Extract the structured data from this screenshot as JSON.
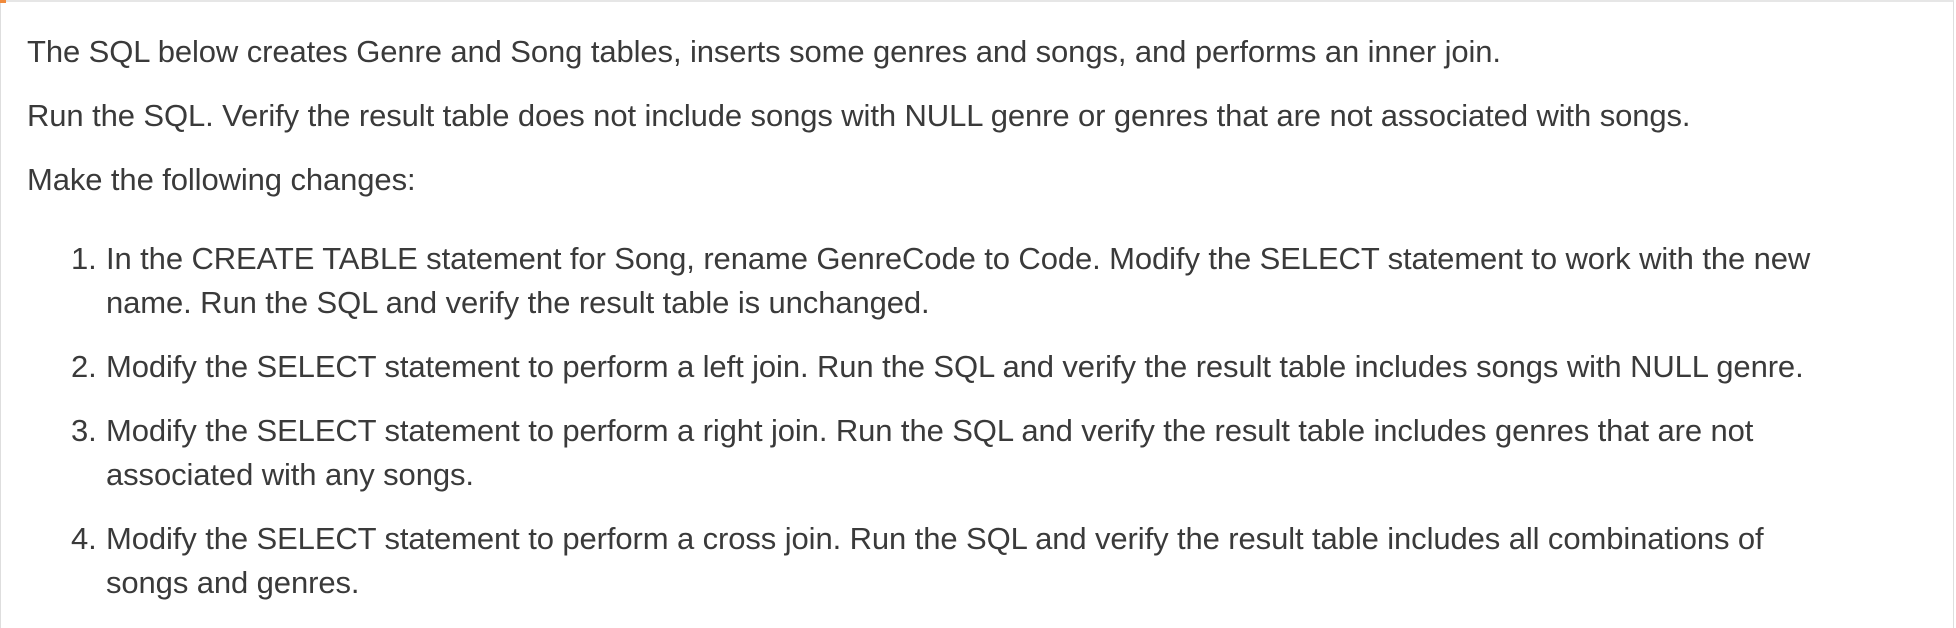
{
  "intro": "The SQL below creates Genre and Song tables, inserts some genres and songs, and performs an inner join.",
  "run_instruction": "Run the SQL. Verify the result table does not include songs with NULL genre or genres that are not associated with songs.",
  "changes_heading": "Make the following changes:",
  "steps": [
    {
      "number": "1.",
      "lines": [
        "In the CREATE TABLE statement for Song, rename GenreCode to Code. Modify the SELECT statement to work with the new",
        "name. Run the SQL and verify the result table is unchanged."
      ]
    },
    {
      "number": "2.",
      "lines": [
        "Modify the SELECT statement to perform a left join. Run the SQL and verify the result table includes songs with NULL genre."
      ]
    },
    {
      "number": "3.",
      "lines": [
        "Modify the SELECT statement to perform a right join. Run the SQL and verify the result table includes genres that are not",
        "associated with any songs."
      ]
    },
    {
      "number": "4.",
      "lines": [
        "Modify the SELECT statement to perform a cross join. Run the SQL and verify the result table includes all combinations of",
        "songs and genres."
      ]
    }
  ],
  "colors": {
    "text": "#3a3a3a",
    "border": "#dedede",
    "accent": "#f08a3c"
  }
}
